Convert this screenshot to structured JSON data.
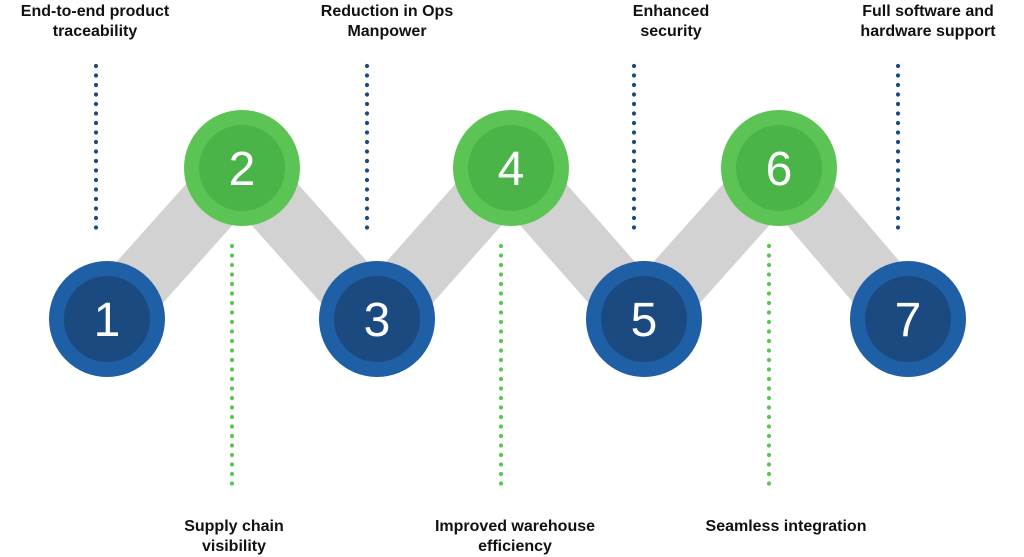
{
  "colors": {
    "blue_outer": "#1e5fa6",
    "blue_inner": "#1a4a80",
    "green_outer": "#5cc454",
    "green_inner": "#4bb449",
    "connector": "#d2d2d2",
    "top_dots": "#1a4a80",
    "bottom_dots": "#5cc454",
    "number_text": "#ffffff"
  },
  "steps": [
    {
      "number": "1",
      "label_lines": [
        "End-to-end product",
        "traceability"
      ],
      "tone": "blue"
    },
    {
      "number": "2",
      "label_lines": [
        "Supply chain",
        "visibility"
      ],
      "tone": "green"
    },
    {
      "number": "3",
      "label_lines": [
        "Reduction in Ops",
        "Manpower"
      ],
      "tone": "blue"
    },
    {
      "number": "4",
      "label_lines": [
        "Improved warehouse",
        "efficiency"
      ],
      "tone": "green"
    },
    {
      "number": "5",
      "label_lines": [
        "Enhanced",
        "security"
      ],
      "tone": "blue"
    },
    {
      "number": "6",
      "label_lines": [
        "Seamless integration"
      ],
      "tone": "green"
    },
    {
      "number": "7",
      "label_lines": [
        "Full software and",
        "hardware support"
      ],
      "tone": "blue"
    }
  ]
}
